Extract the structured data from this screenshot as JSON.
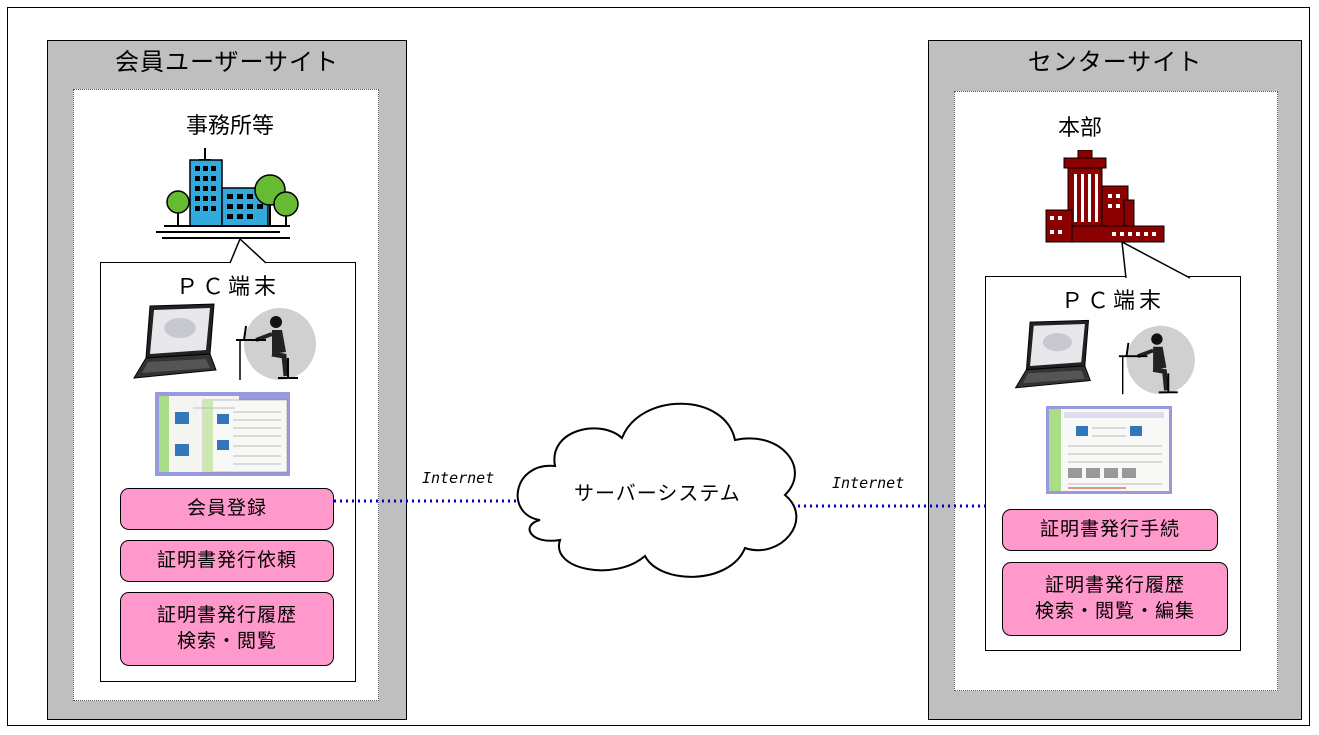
{
  "member_site": {
    "title": "会員ユーザーサイト",
    "location_label": "事務所等",
    "pc_title": "ＰＣ端末",
    "buttons": [
      "会員登録",
      "証明書発行依頼",
      "証明書発行履歴\n検索・閲覧"
    ]
  },
  "center_site": {
    "title": "センターサイト",
    "location_label": "本部",
    "pc_title": "ＰＣ端末",
    "buttons": [
      "証明書発行手続",
      "証明書発行履歴\n検索・閲覧・編集"
    ]
  },
  "network": {
    "left_label": "Internet",
    "right_label": "Internet",
    "cloud_label": "サーバーシステム"
  },
  "icons": {
    "member_building": "office-building-with-trees-icon",
    "center_building": "headquarters-tower-icon",
    "laptop": "laptop-icon",
    "person": "person-at-desk-icon",
    "screenshot": "web-app-screenshot-icon",
    "cloud": "cloud-icon"
  },
  "colors": {
    "button_fill": "#ff99cc",
    "site_fill": "#bfbfbf",
    "member_building": "#33aadd",
    "tree_green": "#66bb33",
    "center_building": "#8b0000",
    "network_line": "#0000cc"
  }
}
